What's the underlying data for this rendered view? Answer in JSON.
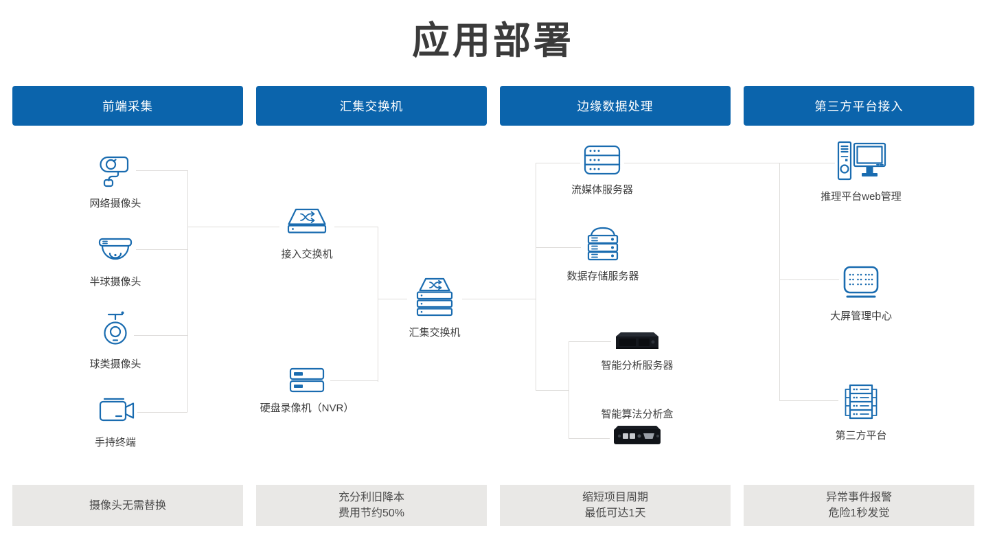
{
  "page": {
    "title": "应用部署"
  },
  "headers": [
    {
      "label": "前端采集"
    },
    {
      "label": "汇集交换机"
    },
    {
      "label": "边缘数据处理"
    },
    {
      "label": "第三方平台接入"
    }
  ],
  "nodes": {
    "network_camera": {
      "label": "网络摄像头",
      "icon": "bullet-camera-icon"
    },
    "dome_camera": {
      "label": "半球摄像头",
      "icon": "dome-camera-icon"
    },
    "ball_camera": {
      "label": "球类摄像头",
      "icon": "ptz-ball-camera-icon"
    },
    "handheld_terminal": {
      "label": "手持终端",
      "icon": "handheld-camera-icon"
    },
    "access_switch": {
      "label": "接入交换机",
      "icon": "switch-icon"
    },
    "nvr": {
      "label": "硬盘录像机（NVR）",
      "icon": "nvr-icon"
    },
    "aggregation_switch": {
      "label": "汇集交换机",
      "icon": "stacked-switch-icon"
    },
    "streaming_server": {
      "label": "流媒体服务器",
      "icon": "server-rack-icon"
    },
    "storage_server": {
      "label": "数据存储服务器",
      "icon": "storage-server-icon"
    },
    "analysis_server": {
      "label": "智能分析服务器",
      "icon": "rack-server-photo"
    },
    "algorithm_box": {
      "label": "智能算法分析盒",
      "icon": "analysis-box-photo"
    },
    "inference_platform": {
      "label": "推理平台web管理",
      "icon": "workstation-icon"
    },
    "big_screen_center": {
      "label": "大屏管理中心",
      "icon": "led-screen-icon"
    },
    "third_party_platform": {
      "label": "第三方平台",
      "icon": "platform-rack-icon"
    }
  },
  "benefits": [
    {
      "line1": "摄像头无需替换",
      "line2": ""
    },
    {
      "line1": "充分利旧降本",
      "line2": "费用节约50%"
    },
    {
      "line1": "缩短项目周期",
      "line2": "最低可达1天"
    },
    {
      "line1": "异常事件报警",
      "line2": "危险1秒发觉"
    }
  ],
  "colors": {
    "header_blue": "#0b64ac",
    "icon_blue": "#1a6cb0",
    "connector_gray": "#dedcda",
    "benefit_bg": "#e9e8e6",
    "title_text": "#3b3b3b"
  }
}
